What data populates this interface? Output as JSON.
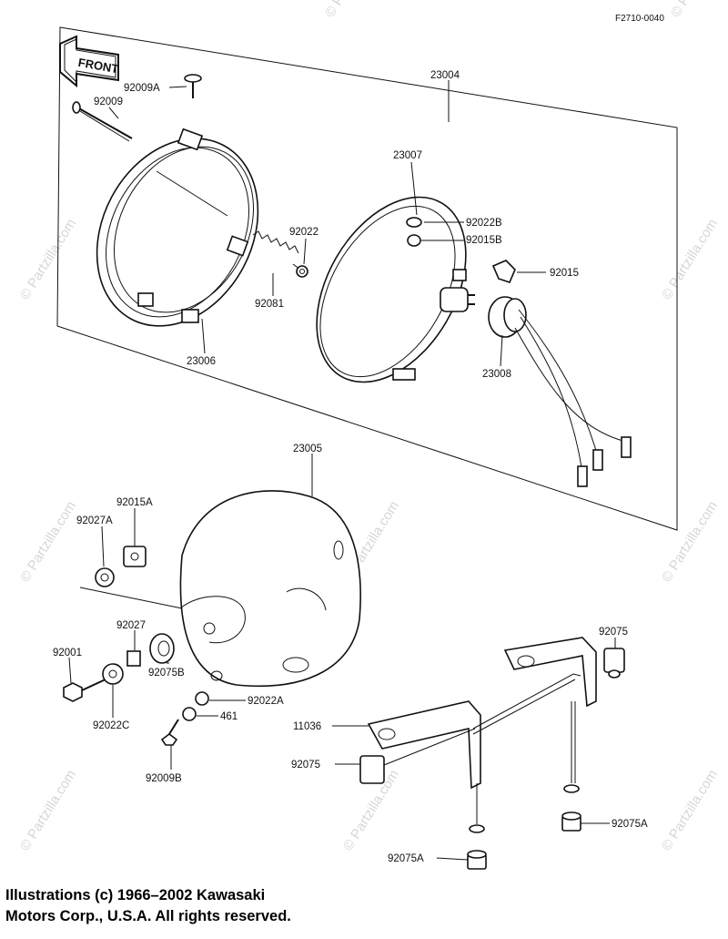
{
  "diagram": {
    "ref_code": "F2710-0040",
    "front_label": "FRONT",
    "watermark": "© Partzilla.com",
    "parts": {
      "p23004": "23004",
      "p92009A": "92009A",
      "p92009": "92009",
      "p23007": "23007",
      "p92022B": "92022B",
      "p92015B": "92015B",
      "p92022": "92022",
      "p92015": "92015",
      "p92081": "92081",
      "p23006": "23006",
      "p23008": "23008",
      "p23005": "23005",
      "p92015A": "92015A",
      "p92027A": "92027A",
      "p92027": "92027",
      "p92001": "92001",
      "p92075B": "92075B",
      "p92022A": "92022A",
      "p461": "461",
      "p92022C": "92022C",
      "p92009B": "92009B",
      "p92075": "92075",
      "p11036": "11036",
      "p92075_2": "92075",
      "p92075A": "92075A",
      "p92075A_2": "92075A"
    }
  },
  "footer": {
    "line1": "Illustrations (c) 1966–2002 Kawasaki",
    "line2": "Motors Corp., U.S.A.  All rights reserved."
  }
}
